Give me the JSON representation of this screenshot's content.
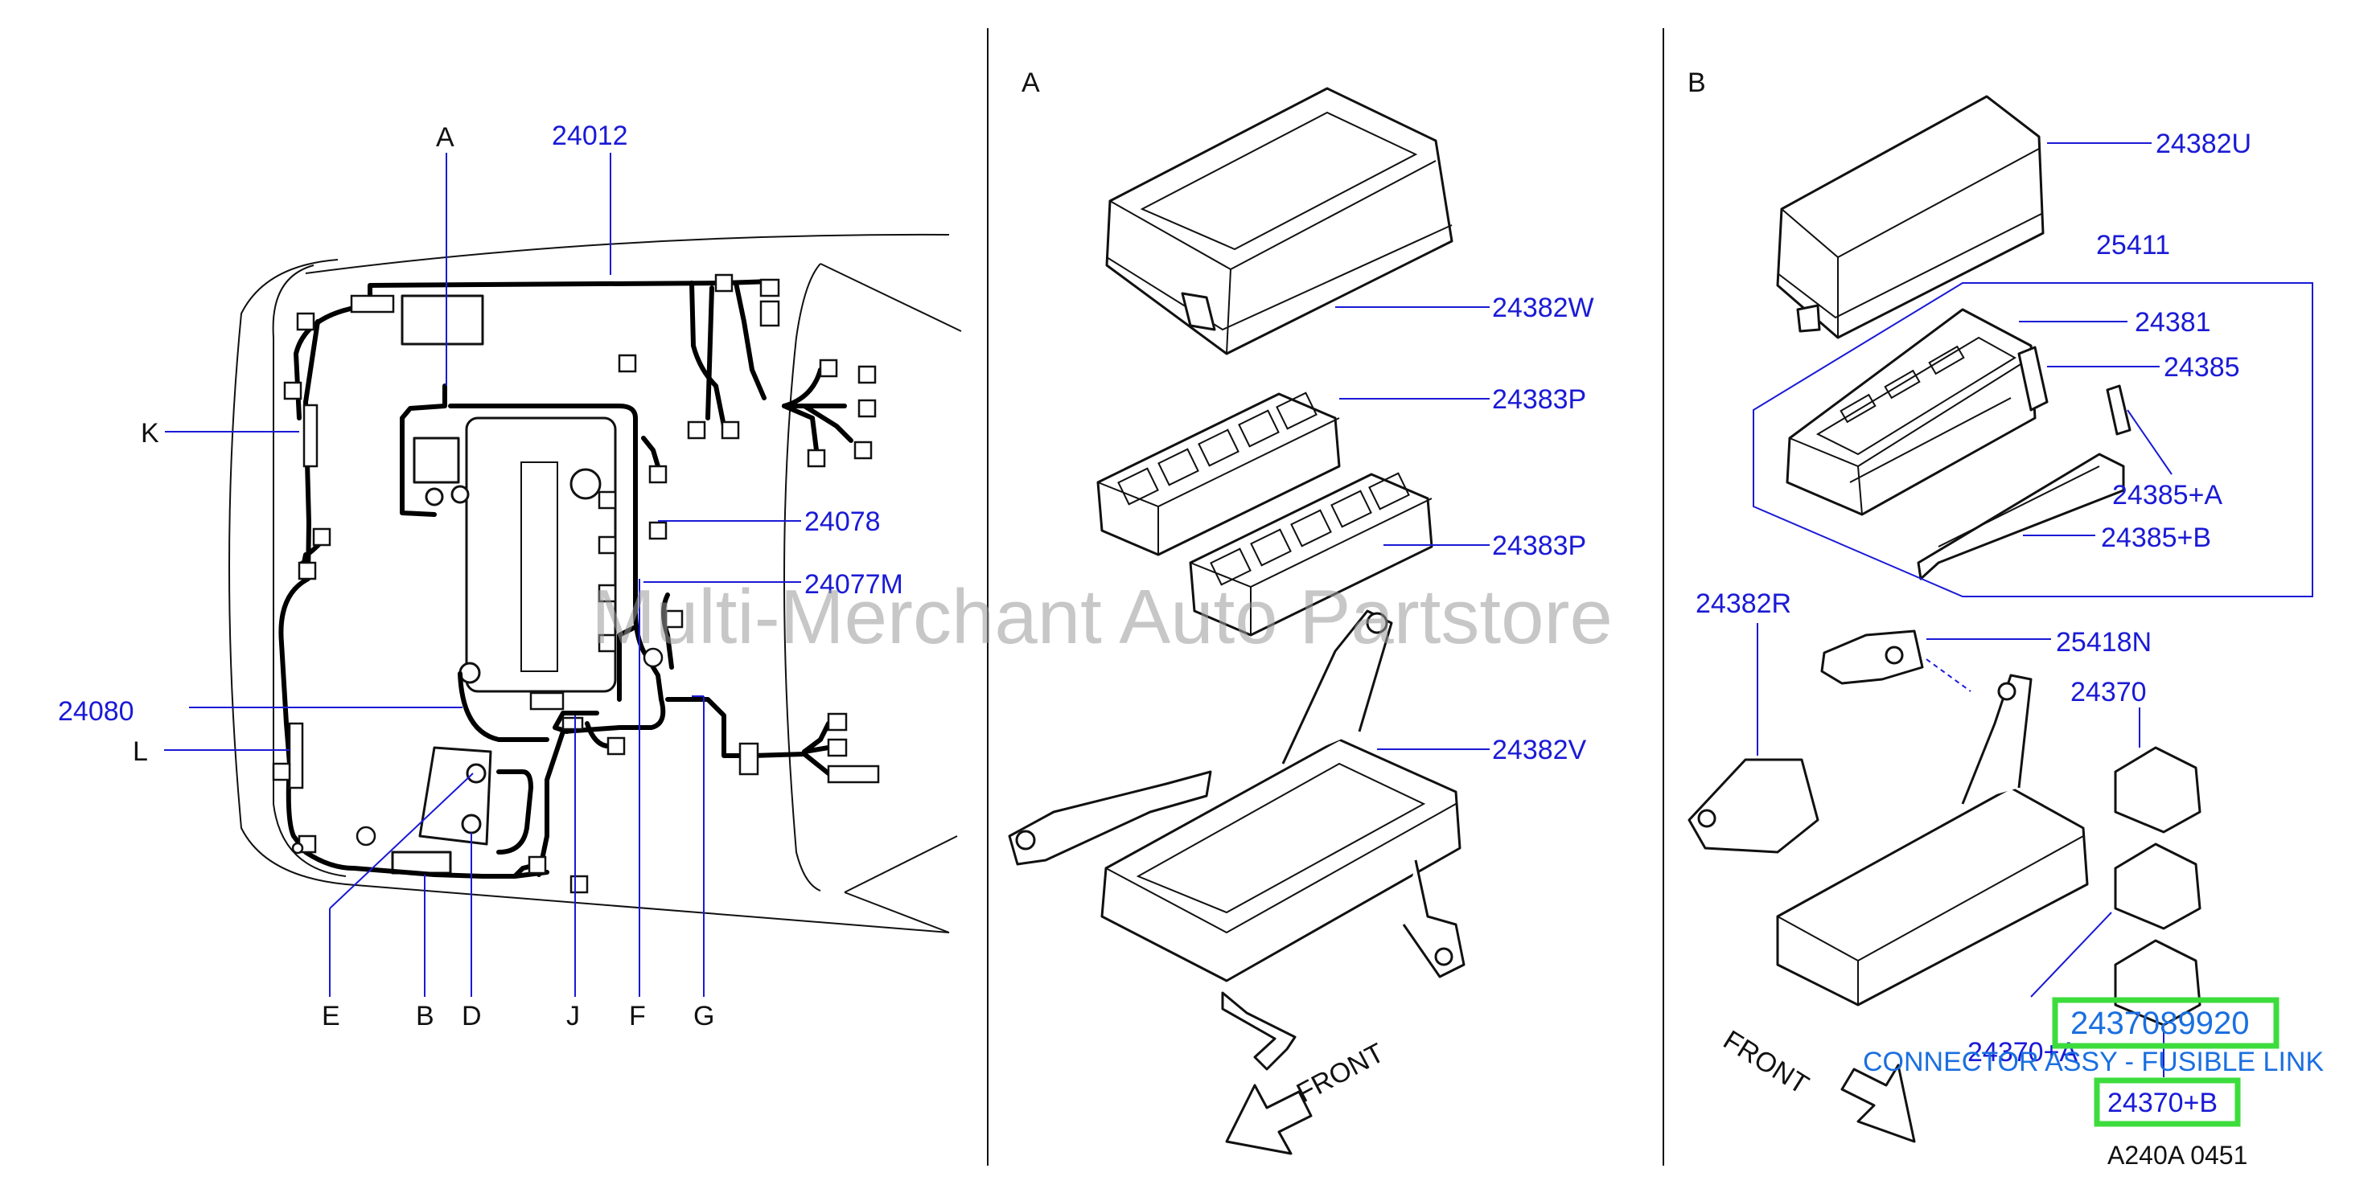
{
  "panels": {
    "left": {
      "callouts": [
        "A",
        "K",
        "L",
        "E",
        "B",
        "D",
        "J",
        "F",
        "G"
      ],
      "parts": [
        "24012",
        "24078",
        "24077M",
        "24080"
      ]
    },
    "middle": {
      "title": "A",
      "parts": [
        "24382W",
        "24383P",
        "24383P",
        "24382V"
      ],
      "front_label": "FRONT"
    },
    "right": {
      "title": "B",
      "parts": [
        "24382U",
        "25411",
        "24381",
        "24385",
        "24385+A",
        "24385+B",
        "24382R",
        "25418N",
        "24370",
        "24370+A"
      ],
      "front_label": "FRONT",
      "diagram_code": "A240A  0451"
    }
  },
  "highlight": {
    "part_number": "2437089920",
    "description": "CONNECTOR ASSY - FUSIBLE LINK",
    "part_ref": "24370+B",
    "color": "#3ddc3d",
    "text_color": "#1a6fe0"
  },
  "watermark": "Multi-Merchant Auto Partstore",
  "colors": {
    "part_label": "#1a1ad6",
    "line": "#111111"
  }
}
